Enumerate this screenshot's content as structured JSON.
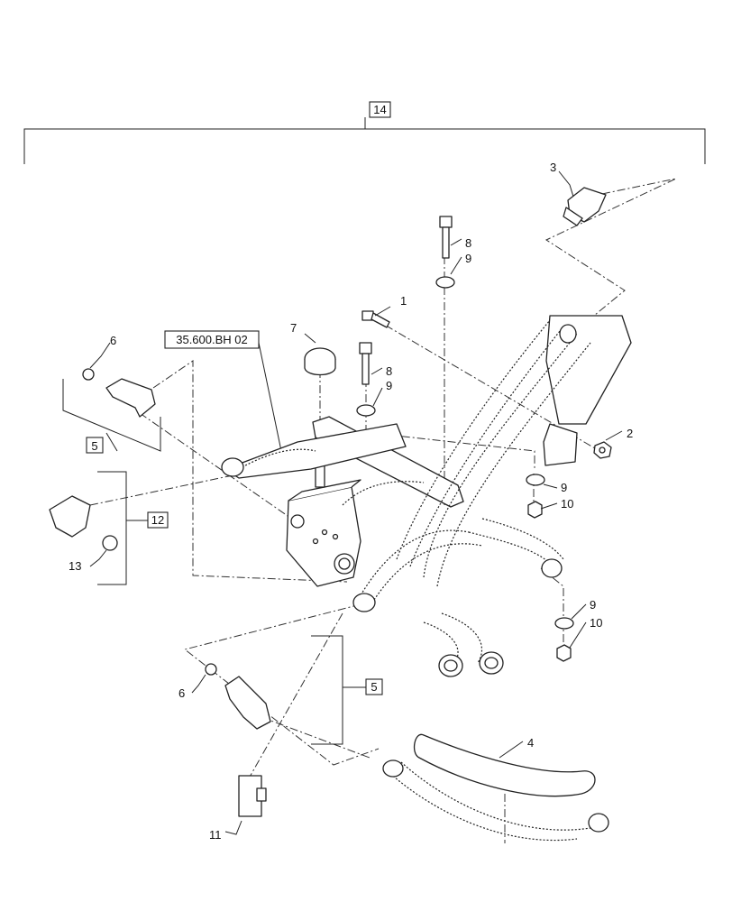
{
  "diagram": {
    "kit_label": "14",
    "reference_label": "35.600.BH 02",
    "callouts": [
      {
        "id": "c1",
        "text": "1"
      },
      {
        "id": "c2",
        "text": "2"
      },
      {
        "id": "c3",
        "text": "3"
      },
      {
        "id": "c4",
        "text": "4"
      },
      {
        "id": "c5a",
        "text": "5"
      },
      {
        "id": "c5b",
        "text": "5"
      },
      {
        "id": "c6a",
        "text": "6"
      },
      {
        "id": "c6b",
        "text": "6"
      },
      {
        "id": "c7",
        "text": "7"
      },
      {
        "id": "c8a",
        "text": "8"
      },
      {
        "id": "c8b",
        "text": "8"
      },
      {
        "id": "c9a",
        "text": "9"
      },
      {
        "id": "c9b",
        "text": "9"
      },
      {
        "id": "c9c",
        "text": "9"
      },
      {
        "id": "c9d",
        "text": "9"
      },
      {
        "id": "c10a",
        "text": "10"
      },
      {
        "id": "c10b",
        "text": "10"
      },
      {
        "id": "c11",
        "text": "11"
      },
      {
        "id": "c12",
        "text": "12"
      },
      {
        "id": "c13",
        "text": "13"
      }
    ]
  }
}
